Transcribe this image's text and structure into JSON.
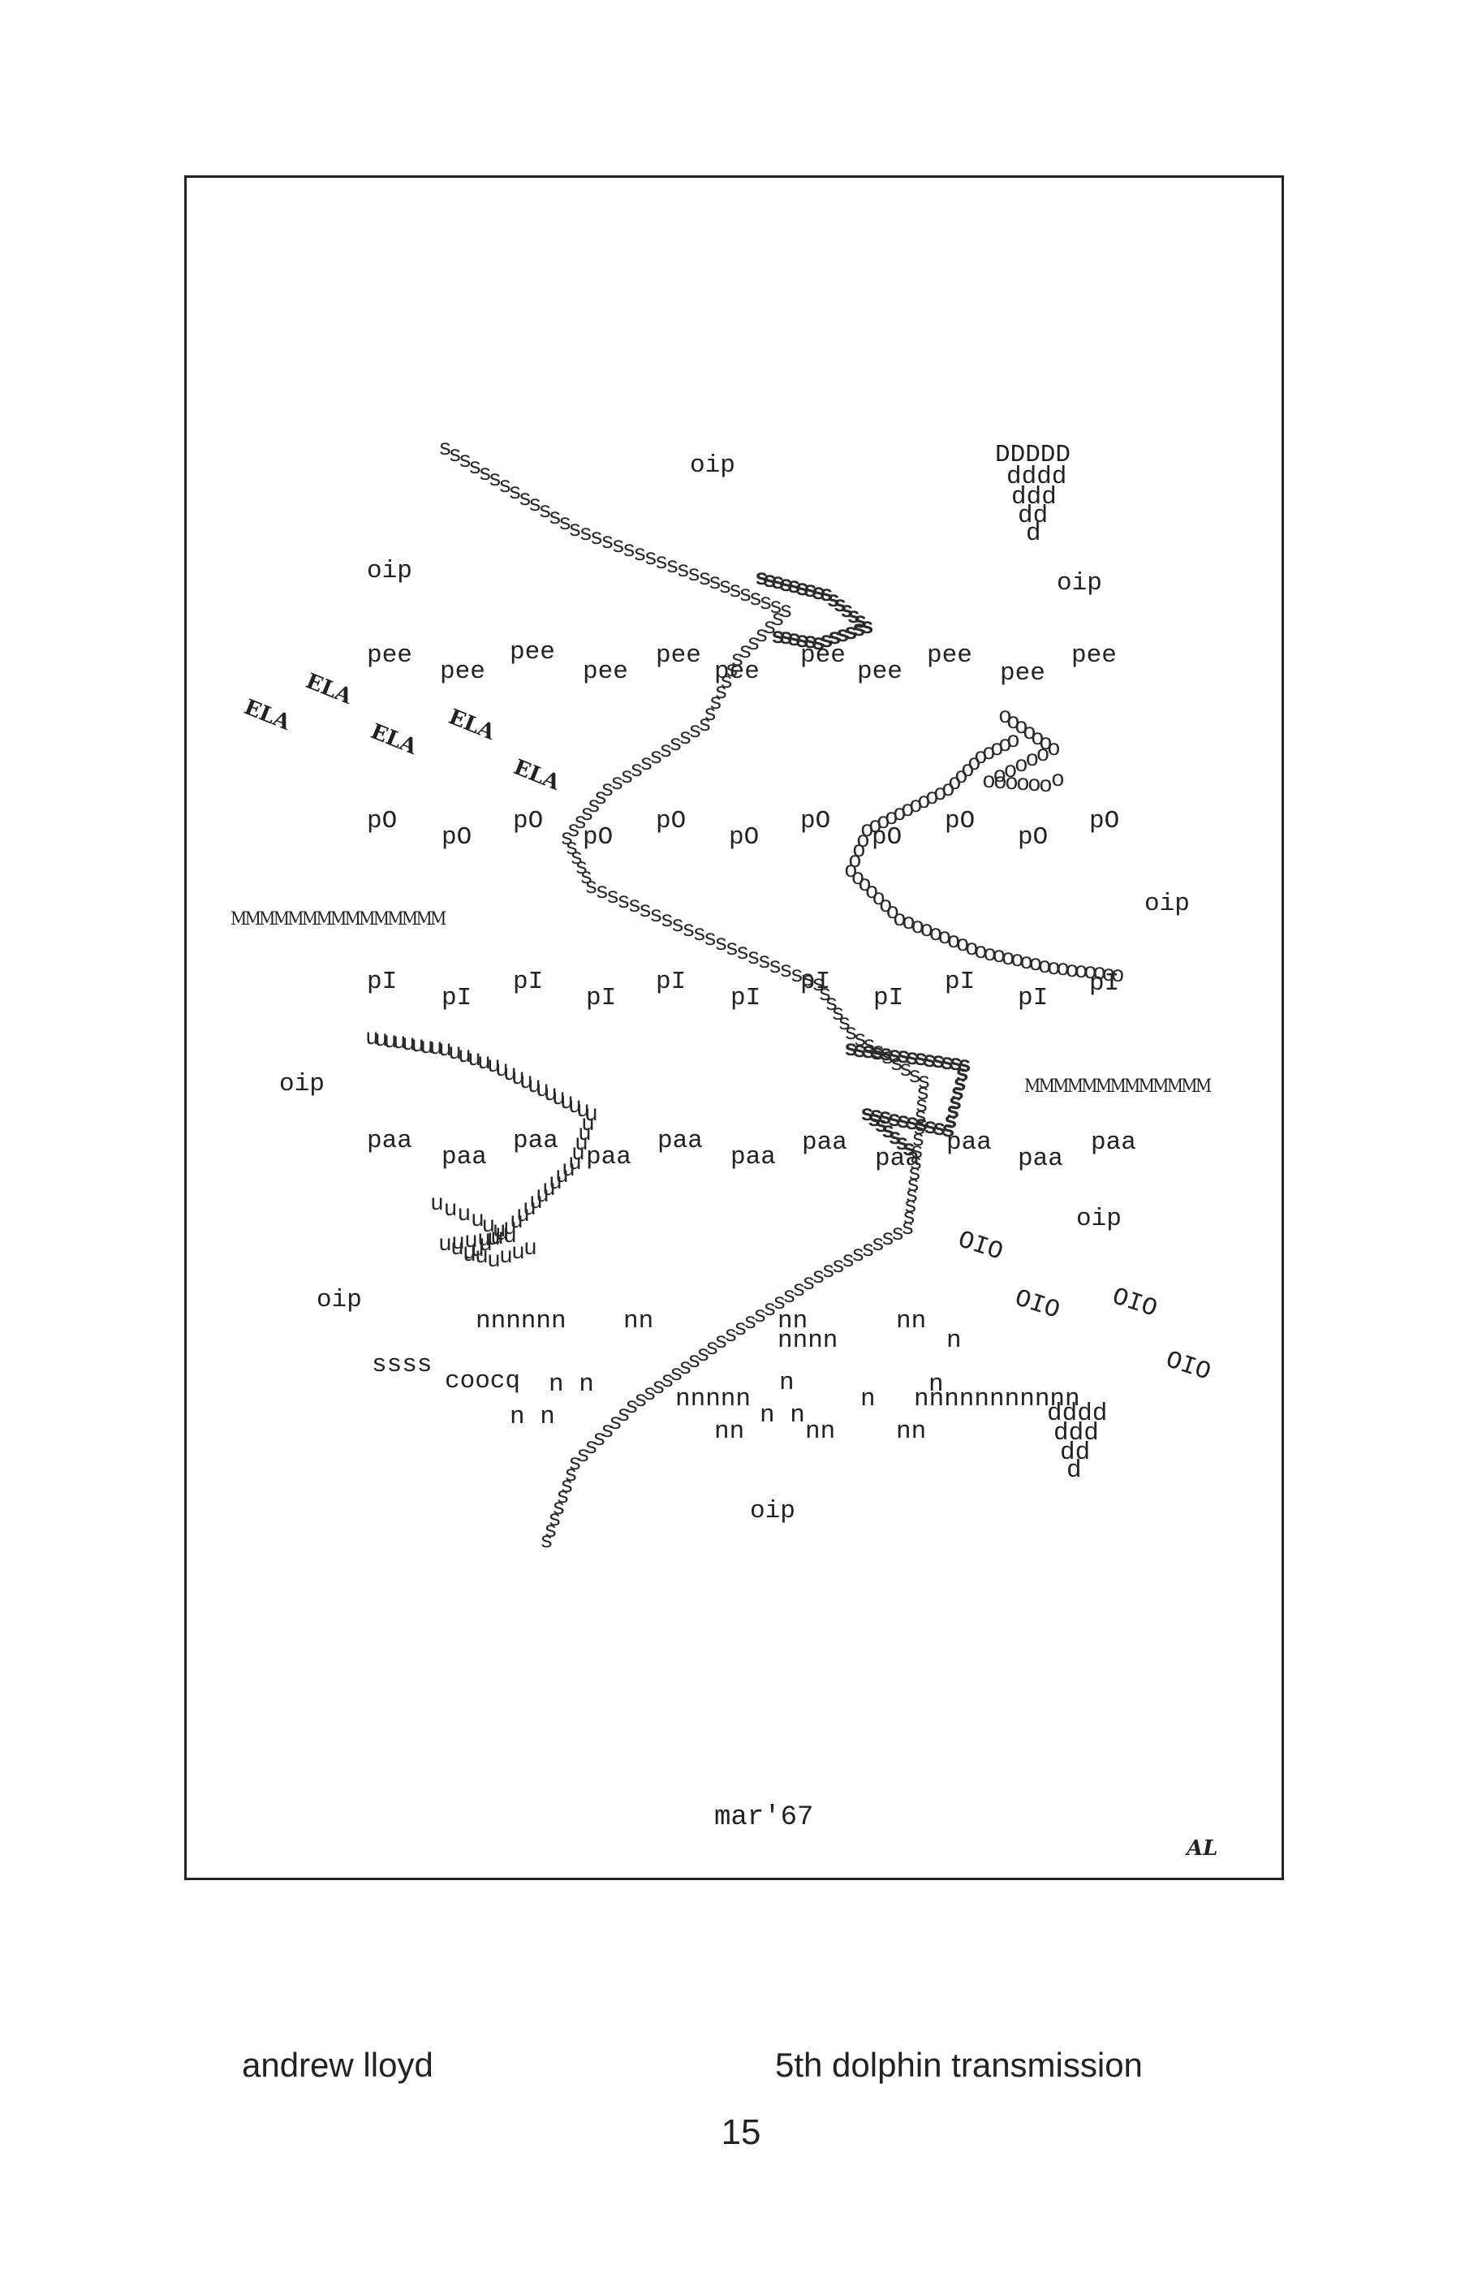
{
  "poem": {
    "words": [
      {
        "text": "oip"
      },
      {
        "text": "oip"
      },
      {
        "text": "oip"
      },
      {
        "text": "DDDDD"
      },
      {
        "text": "dddd"
      },
      {
        "text": "ddd"
      },
      {
        "text": "dd"
      },
      {
        "text": "d"
      },
      {
        "text": "pee"
      },
      {
        "text": "pee"
      },
      {
        "text": "pee"
      },
      {
        "text": "pee"
      },
      {
        "text": "pee"
      },
      {
        "text": "pee"
      },
      {
        "text": "pee"
      },
      {
        "text": "pee"
      },
      {
        "text": "pee"
      },
      {
        "text": "pee"
      },
      {
        "text": "pee"
      },
      {
        "text": "ELA"
      },
      {
        "text": "ELA"
      },
      {
        "text": "ELA"
      },
      {
        "text": "ELA"
      },
      {
        "text": "ELA"
      },
      {
        "text": "pO"
      },
      {
        "text": "pO"
      },
      {
        "text": "pO"
      },
      {
        "text": "pO"
      },
      {
        "text": "pO"
      },
      {
        "text": "pO"
      },
      {
        "text": "pO"
      },
      {
        "text": "pO"
      },
      {
        "text": "pO"
      },
      {
        "text": "pO"
      },
      {
        "text": "pO"
      },
      {
        "text": "MMMMMMMMMMMMMMM"
      },
      {
        "text": "oip"
      },
      {
        "text": "pI"
      },
      {
        "text": "pI"
      },
      {
        "text": "pI"
      },
      {
        "text": "pI"
      },
      {
        "text": "pI"
      },
      {
        "text": "pI"
      },
      {
        "text": "pI"
      },
      {
        "text": "pI"
      },
      {
        "text": "pI"
      },
      {
        "text": "pI"
      },
      {
        "text": "pI"
      },
      {
        "text": "oip"
      },
      {
        "text": "MMMMMMMMMMMMM"
      },
      {
        "text": "paa"
      },
      {
        "text": "paa"
      },
      {
        "text": "paa"
      },
      {
        "text": "paa"
      },
      {
        "text": "paa"
      },
      {
        "text": "paa"
      },
      {
        "text": "paa"
      },
      {
        "text": "paa"
      },
      {
        "text": "paa"
      },
      {
        "text": "paa"
      },
      {
        "text": "paa"
      },
      {
        "text": "oip"
      },
      {
        "text": "OIO"
      },
      {
        "text": "OIO"
      },
      {
        "text": "OIO"
      },
      {
        "text": "OIO"
      },
      {
        "text": "oip"
      },
      {
        "text": "nnnnnn"
      },
      {
        "text": "nn"
      },
      {
        "text": "nn"
      },
      {
        "text": "nn"
      },
      {
        "text": "nnnn"
      },
      {
        "text": "n"
      },
      {
        "text": "ssss"
      },
      {
        "text": "coocq"
      },
      {
        "text": "n n"
      },
      {
        "text": "nnnnn"
      },
      {
        "text": "n"
      },
      {
        "text": "n"
      },
      {
        "text": "n"
      },
      {
        "text": "nnnnnnnnnnn"
      },
      {
        "text": "n n"
      },
      {
        "text": "nn"
      },
      {
        "text": "n n"
      },
      {
        "text": "nn"
      },
      {
        "text": "nn"
      },
      {
        "text": "dddd"
      },
      {
        "text": "ddd"
      },
      {
        "text": "dd"
      },
      {
        "text": "d"
      },
      {
        "text": "oip"
      }
    ]
  },
  "date": "mar'67",
  "initials": "AL",
  "author": "andrew lloyd",
  "title": "5th dolphin transmission",
  "page_number": "15"
}
